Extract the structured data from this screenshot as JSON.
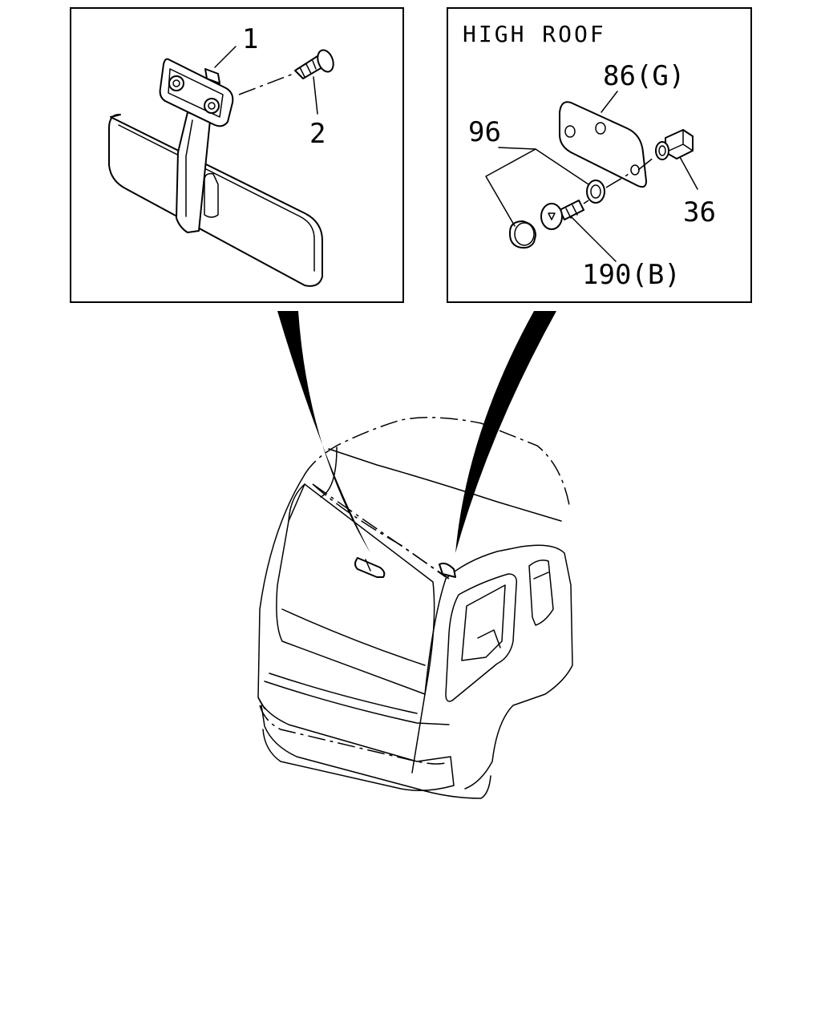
{
  "panels": {
    "left": {
      "callouts": [
        {
          "id": "1",
          "label": "1"
        },
        {
          "id": "2",
          "label": "2"
        }
      ]
    },
    "right": {
      "heading": "HIGH ROOF",
      "callouts": [
        {
          "id": "86",
          "label": "86(G)"
        },
        {
          "id": "96",
          "label": "96"
        },
        {
          "id": "36",
          "label": "36"
        },
        {
          "id": "190",
          "label": "190(B)"
        }
      ]
    }
  }
}
